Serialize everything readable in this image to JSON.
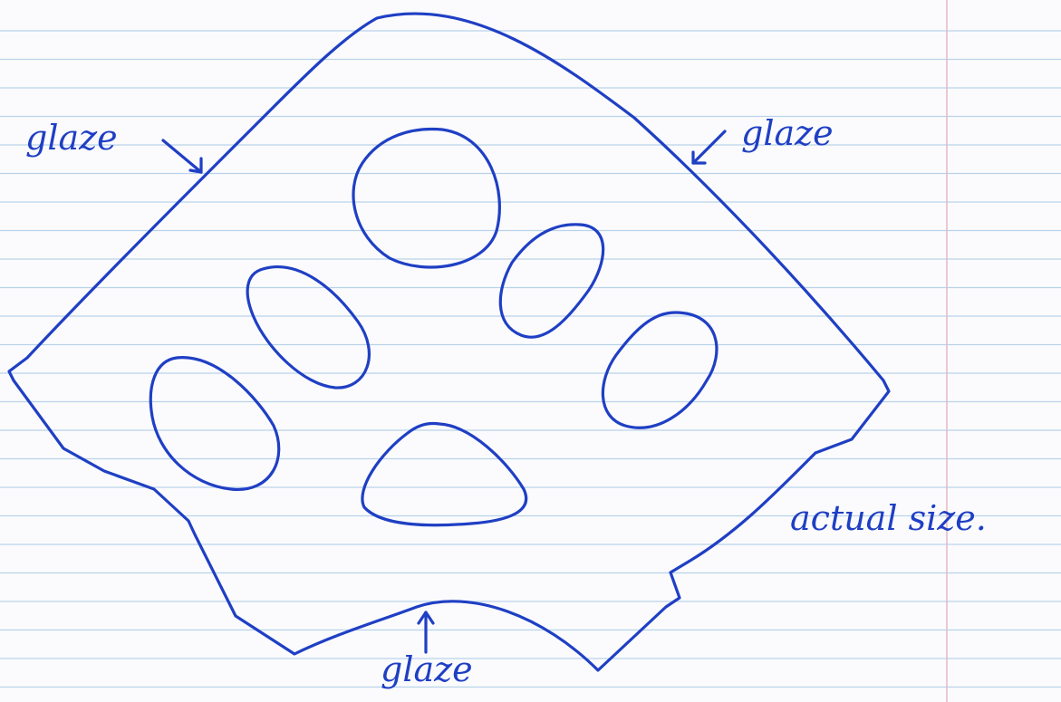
{
  "labels": {
    "glaze_left": "glaze",
    "glaze_right": "glaze",
    "glaze_bottom": "glaze",
    "note": "actual size."
  },
  "colors": {
    "ink": "#1f3fc4",
    "paper": "#fbfbfd",
    "ruled_line": "#b9d3ea",
    "margin_line": "#e7b7c6"
  }
}
